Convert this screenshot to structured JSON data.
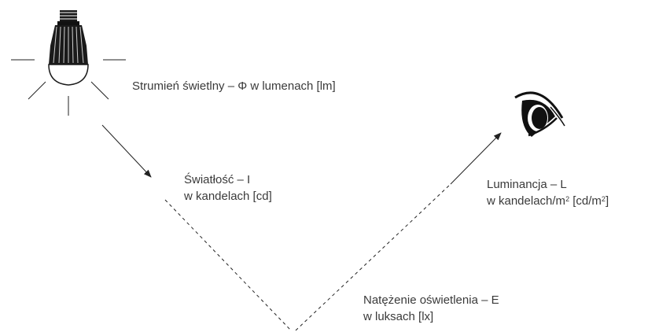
{
  "labels": {
    "flux": {
      "line1": "Strumień świetlny – Φ w lumenach [lm]"
    },
    "intensity": {
      "line1": "Światłość – I",
      "line2": "w kandelach [cd]"
    },
    "luminance": {
      "line1": "Luminancja – L",
      "line2_prefix": "w kandelach/m",
      "line2_sup1": "2",
      "line2_mid": " [cd/m",
      "line2_sup2": "2",
      "line2_suffix": "]"
    },
    "illuminance": {
      "line1": "Natężenie oświetlenia – E",
      "line2": "w luksach [lx]"
    }
  },
  "icons": {
    "source": "light-bulb-icon",
    "observer": "eye-icon"
  },
  "colors": {
    "stroke": "#222222",
    "text": "#3a3a3a"
  }
}
